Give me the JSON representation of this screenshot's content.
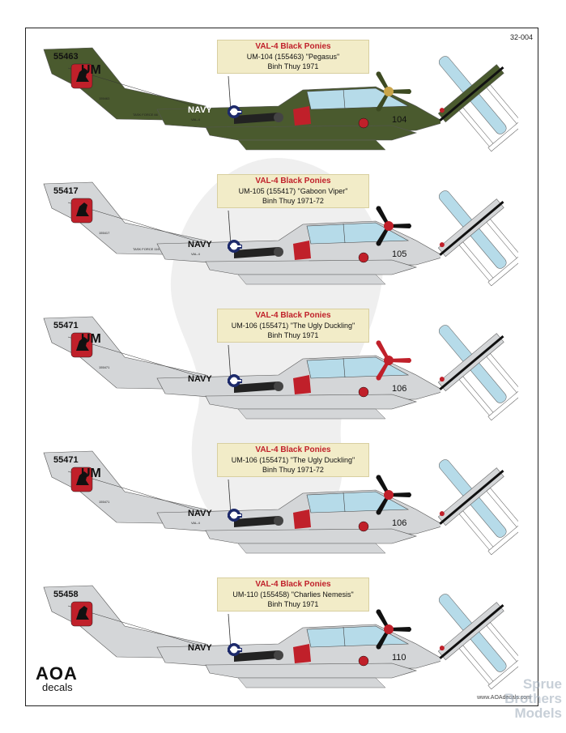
{
  "sheet_code": "32-004",
  "footer_url": "www.AOAdecals.com",
  "logo": {
    "main": "AOA",
    "sub": "decals"
  },
  "watermark": {
    "a": "AOA",
    "b": "decals"
  },
  "spruebrothers": [
    "Sprue",
    "Brothers",
    "Models"
  ],
  "colors": {
    "green": "#4a5a2e",
    "gray": "#d4d6d8",
    "red": "#c0202a",
    "canopy": "#b6dbe9"
  },
  "profiles": [
    {
      "title": "VAL-4 Black Ponies",
      "line1": "UM-104 (155463) \"Pegasus\"",
      "line2": "Binh Thuy 1971",
      "tail": "55463",
      "um": "UM",
      "navy": "NAVY",
      "val": "VAL-4",
      "modex": "104",
      "scheme": "green",
      "prop_color": "green",
      "task_force": "TASK FORCE 66",
      "serial": "155463"
    },
    {
      "title": "VAL-4 Black Ponies",
      "line1": "UM-105 (155417) \"Gaboon Viper\"",
      "line2": "Binh Thuy 1971-72",
      "tail": "55417",
      "um": "",
      "navy": "NAVY",
      "val": "VAL-4",
      "modex": "105",
      "scheme": "gray",
      "prop_color": "black",
      "task_force": "TASK FORCE 116",
      "serial": "155417"
    },
    {
      "title": "VAL-4 Black Ponies",
      "line1": "UM-106 (155471) \"The Ugly Duckling\"",
      "line2": "Binh Thuy 1971",
      "tail": "55471",
      "um": "UM",
      "navy": "NAVY",
      "val": "",
      "modex": "106",
      "scheme": "gray",
      "prop_color": "red",
      "task_force": "",
      "serial": "155471"
    },
    {
      "title": "VAL-4 Black Ponies",
      "line1": "UM-106 (155471) \"The Ugly Duckling\"",
      "line2": "Binh Thuy 1971-72",
      "tail": "55471",
      "um": "UM",
      "navy": "NAVY",
      "val": "VAL-4",
      "modex": "106",
      "scheme": "gray",
      "prop_color": "black",
      "task_force": "",
      "serial": "155471"
    },
    {
      "title": "VAL-4 Black Ponies",
      "line1": "UM-110 (155458) \"Charlies Nemesis\"",
      "line2": "Binh Thuy 1971",
      "tail": "55458",
      "um": "",
      "navy": "NAVY",
      "val": "",
      "modex": "110",
      "scheme": "gray",
      "prop_color": "black",
      "task_force": "",
      "serial": ""
    }
  ]
}
